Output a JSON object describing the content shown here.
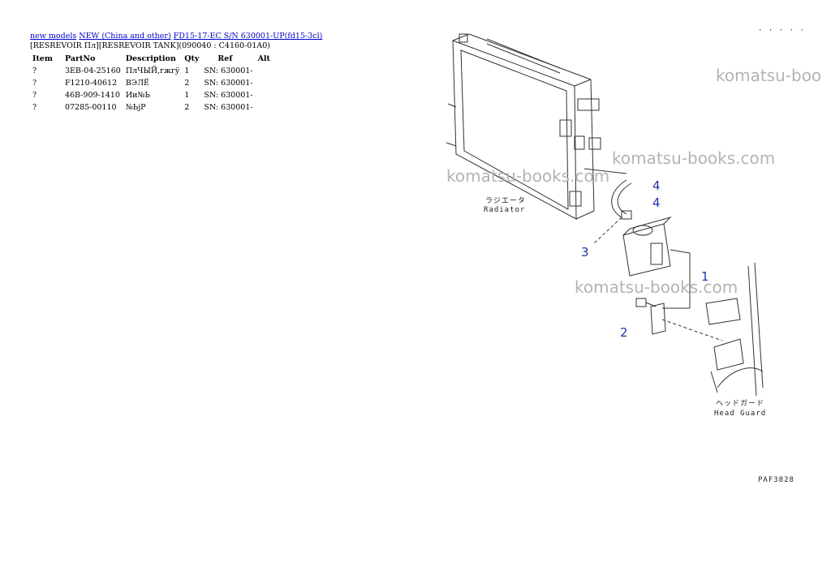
{
  "breadcrumb": [
    {
      "label": "new models"
    },
    {
      "label": "NEW (China and other)"
    },
    {
      "label": "FD15-17-EC S/N 630001-UP(fd15-3cl)"
    }
  ],
  "page_title": "[RESREVOIR Пл][RESREVOIR TANK](090040 : C4160-01A0)",
  "table": {
    "headers": [
      "Item",
      "PartNo",
      "Description",
      "Qty",
      "Ref",
      "Alt"
    ],
    "rows": [
      [
        "?",
        "3EB-04-25160",
        "ПлЧЫЙ,гжгÿ",
        "1",
        "SN: 630001-",
        ""
      ],
      [
        "?",
        "F1210-40612",
        "ВЭЛЁ",
        "2",
        "SN: 630001-",
        ""
      ],
      [
        "?",
        "46B-909-1410",
        "Ии№Ь",
        "1",
        "SN: 630001-",
        ""
      ],
      [
        "?",
        "07285-00110",
        "№ЬјР",
        "2",
        "SN: 630001-",
        ""
      ]
    ]
  },
  "diagram": {
    "watermark": "komatsu-books.com",
    "watermark_partial": "komatsu-boo",
    "callouts": [
      "1",
      "2",
      "3",
      "4",
      "4"
    ],
    "labels": {
      "radiator_jp": "ラジエータ",
      "radiator_en": "Radiator",
      "headguard_jp": "ヘッドガード",
      "headguard_en": "Head Guard",
      "figure_code": "PAF3828",
      "top_right_code": "· · · · ·"
    }
  }
}
